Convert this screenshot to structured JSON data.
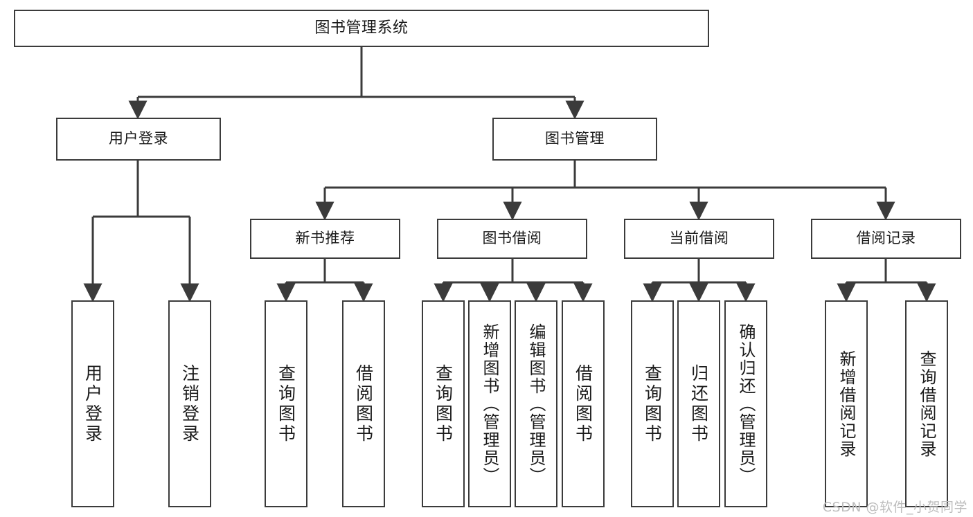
{
  "diagram": {
    "type": "tree",
    "title": "图书管理系统",
    "root": {
      "label": "图书管理系统"
    },
    "level2": [
      {
        "label": "用户登录"
      },
      {
        "label": "图书管理"
      }
    ],
    "level3": [
      {
        "label": "新书推荐"
      },
      {
        "label": "图书借阅"
      },
      {
        "label": "当前借阅"
      },
      {
        "label": "借阅记录"
      }
    ],
    "leaves": {
      "user_login": [
        {
          "label": "用户登录"
        },
        {
          "label": "注销登录"
        }
      ],
      "new_book_recommend": [
        {
          "label": "查询图书"
        },
        {
          "label": "借阅图书"
        }
      ],
      "book_borrow": [
        {
          "label": "查询图书"
        },
        {
          "label": "新增图书（管理员）"
        },
        {
          "label": "编辑图书（管理员）"
        },
        {
          "label": "借阅图书"
        }
      ],
      "current_borrow": [
        {
          "label": "查询图书"
        },
        {
          "label": "归还图书"
        },
        {
          "label": "确认归还（管理员）"
        }
      ],
      "borrow_record": [
        {
          "label": "新增借阅记录"
        },
        {
          "label": "查询借阅记录"
        }
      ]
    }
  },
  "watermark": {
    "text": "CSDN @软件_小贺同学"
  },
  "colors": {
    "stroke": "#3b3b3b",
    "background": "#ffffff",
    "text": "#1a1a1a",
    "watermark": "#bdbdbd"
  }
}
